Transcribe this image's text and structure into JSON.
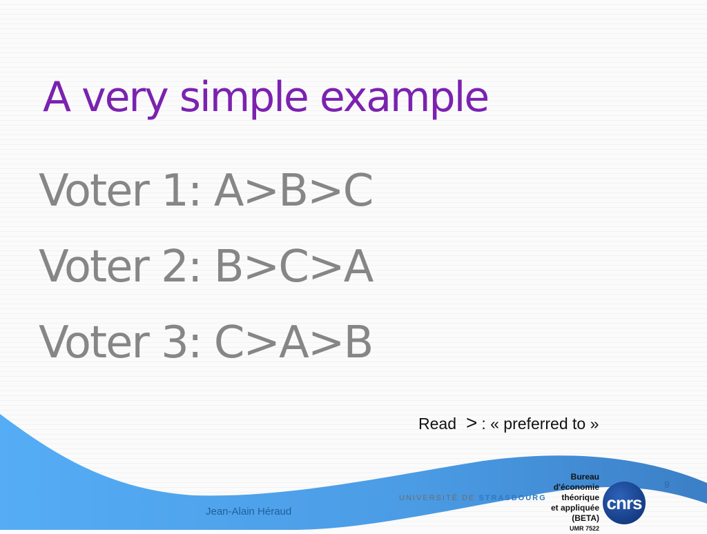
{
  "slide": {
    "title": "A very simple example",
    "voters": [
      "Voter 1: A>B>C",
      "Voter 2: B>C>A",
      "Voter 3: C>A>B"
    ],
    "note": {
      "prefix": "Read",
      "symbol": ">",
      "suffix": ":  « preferred to »"
    },
    "footer": {
      "author": "Jean-Alain Héraud",
      "page_number": "9",
      "logos": {
        "university_left": "UNIVERSITÉ DE",
        "university_right": "STRASBOURG",
        "beta_lines": [
          "Bureau",
          "d'économie",
          "théorique",
          "et appliquée",
          "(BETA)"
        ],
        "beta_umr": "UMR 7522",
        "cnrs": "cnrs"
      }
    },
    "colors": {
      "title": "#7b22b0",
      "body_text": "#868686",
      "footer_blue": "#4aa3f0"
    }
  }
}
